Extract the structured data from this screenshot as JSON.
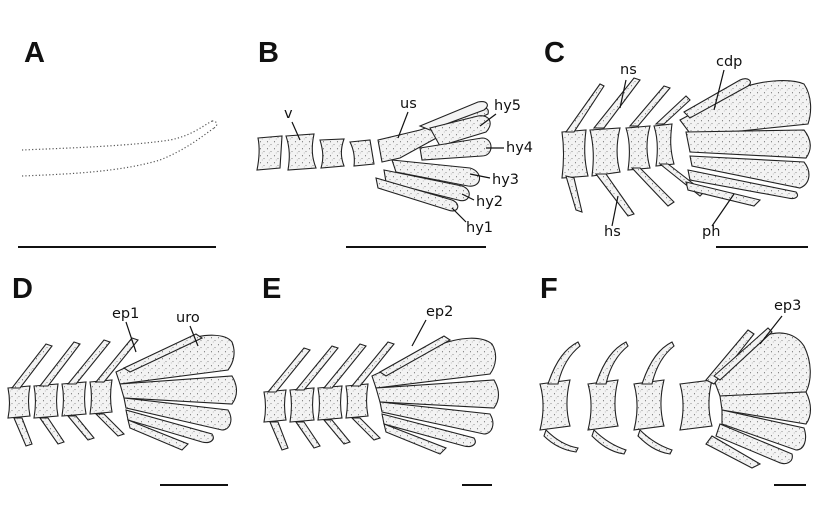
{
  "panels": [
    {
      "letter": "A",
      "labels": []
    },
    {
      "letter": "B",
      "labels": [
        "v",
        "us",
        "hy5",
        "hy4",
        "hy3",
        "hy2",
        "hy1"
      ]
    },
    {
      "letter": "C",
      "labels": [
        "ns",
        "cdp",
        "hs",
        "ph"
      ]
    },
    {
      "letter": "D",
      "labels": [
        "ep1",
        "uro"
      ]
    },
    {
      "letter": "E",
      "labels": [
        "ep2"
      ]
    },
    {
      "letter": "F",
      "labels": [
        "ep3"
      ]
    }
  ],
  "colors": {
    "ink": "#111111",
    "bone_fill": "#f1f1f1",
    "background": "#ffffff"
  }
}
